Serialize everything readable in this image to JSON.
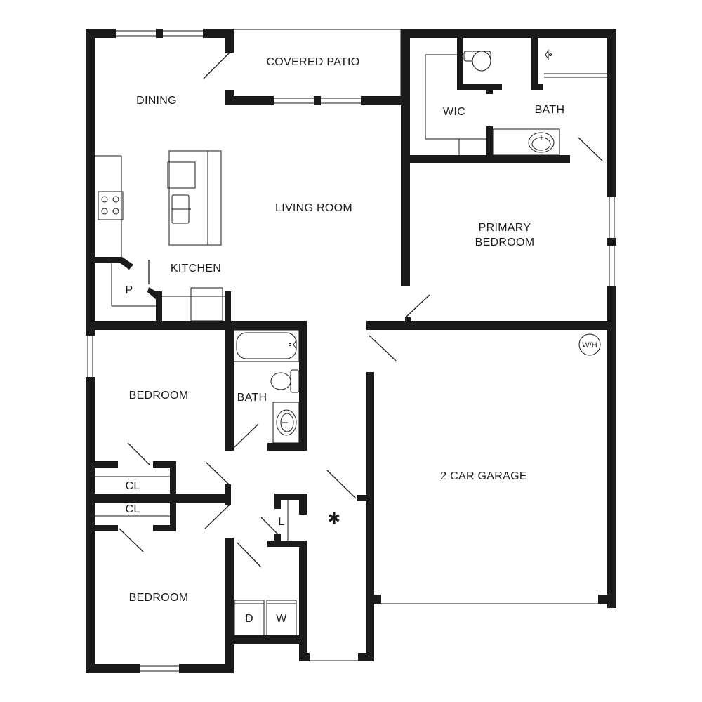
{
  "rooms": {
    "covered_patio": "COVERED PATIO",
    "dining": "DINING",
    "living_room": "LIVING ROOM",
    "kitchen": "KITCHEN",
    "pantry": "P",
    "wic": "WIC",
    "primary_bath": "BATH",
    "primary_bedroom_line1": "PRIMARY",
    "primary_bedroom_line2": "BEDROOM",
    "bedroom_upper": "BEDROOM",
    "hall_bath": "BATH",
    "closet_1": "CL",
    "closet_2": "CL",
    "linen": "L",
    "garage": "2 CAR GARAGE",
    "bedroom_lower": "BEDROOM",
    "dryer": "D",
    "washer": "W",
    "water_heater": "W/H"
  },
  "colors": {
    "wall": "#1a1a1a",
    "background": "#ffffff"
  }
}
